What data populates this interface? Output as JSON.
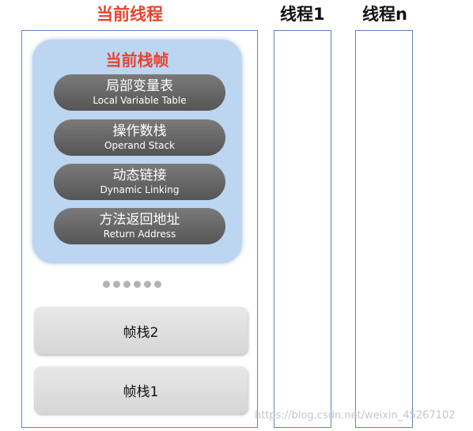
{
  "threads": {
    "current_title": "当前线程",
    "thread1_title": "线程1",
    "threadn_title": "线程n"
  },
  "current_frame": {
    "title": "当前栈帧",
    "sections": [
      {
        "cn": "局部变量表",
        "en": "Local Variable Table"
      },
      {
        "cn": "操作数栈",
        "en": "Operand Stack"
      },
      {
        "cn": "动态链接",
        "en": "Dynamic Linking"
      },
      {
        "cn": "方法返回地址",
        "en": "Return Address"
      }
    ]
  },
  "stack_frames": [
    "帧栈2",
    "帧栈1"
  ],
  "watermark": "https://blog.csdn.net/weixin_45267102",
  "colors": {
    "accent_red": "#e8432e",
    "border_blue": "#5b86c2",
    "frame_panel": "#bcd5f0",
    "pill_gray": "#666666",
    "stack_frame_gray": "#dddddd"
  }
}
